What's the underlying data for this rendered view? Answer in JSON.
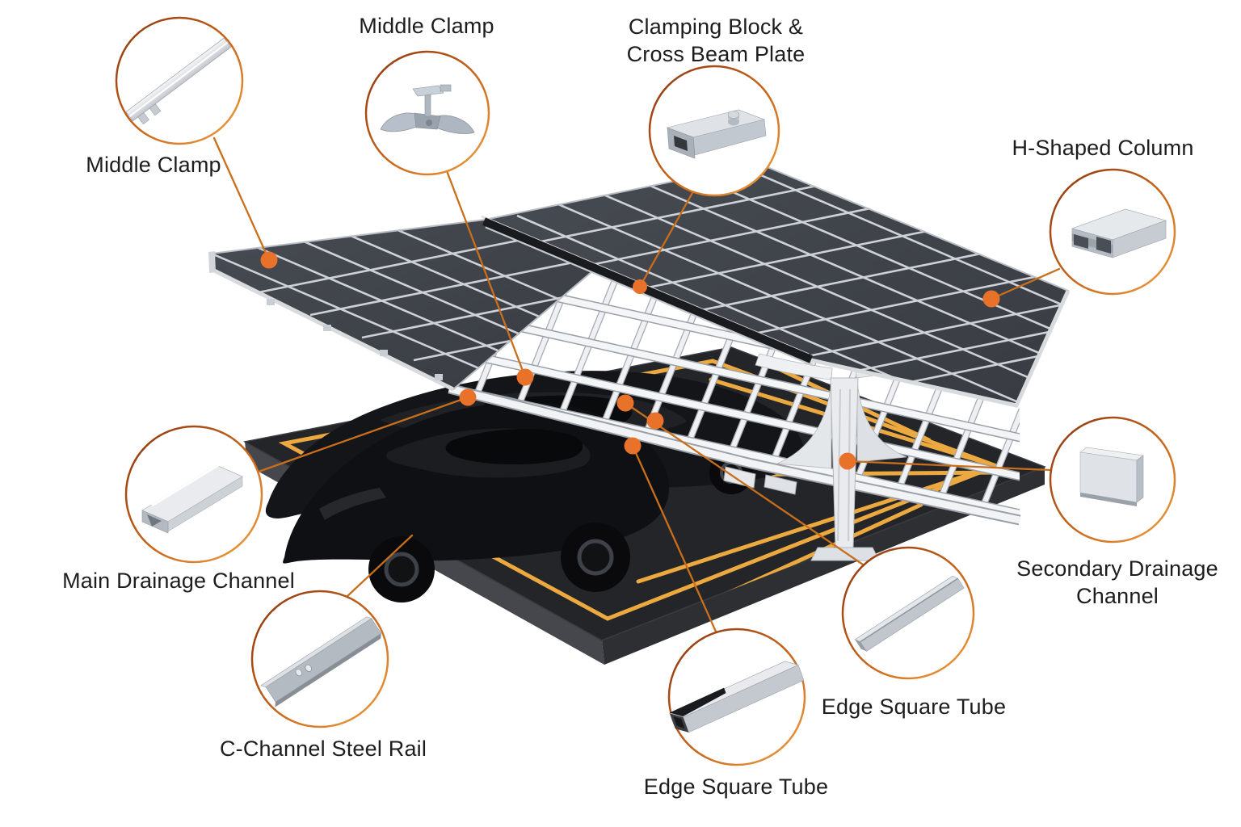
{
  "diagram": {
    "subject": "solar carport mounting system exploded-callout diagram",
    "callouts": [
      {
        "id": "middle-clamp-left",
        "lines": [
          "Middle Clamp"
        ]
      },
      {
        "id": "middle-clamp-top",
        "lines": [
          "Middle Clamp"
        ]
      },
      {
        "id": "clamping-block-cross-beam",
        "lines": [
          "Clamping Block &",
          "Cross Beam Plate"
        ]
      },
      {
        "id": "h-shaped-column",
        "lines": [
          "H-Shaped Column"
        ]
      },
      {
        "id": "main-drainage-channel",
        "lines": [
          "Main Drainage Channel"
        ]
      },
      {
        "id": "secondary-drainage-channel",
        "lines": [
          "Secondary Drainage",
          "Channel"
        ]
      },
      {
        "id": "c-channel-steel-rail",
        "lines": [
          "C-Channel Steel Rail"
        ]
      },
      {
        "id": "edge-square-tube-bottom",
        "lines": [
          "Edge Square Tube"
        ]
      },
      {
        "id": "edge-square-tube-right",
        "lines": [
          "Edge Square Tube"
        ]
      }
    ],
    "colors": {
      "leader_line": "#c96f1b",
      "marker_dot": "#e8722a",
      "ring_gradient_dark": "#8a3510",
      "ring_gradient_light": "#f0a243",
      "label_text": "#1d1d1f",
      "asphalt_pad": "#242529",
      "parking_marking_yellow": "#eca93f",
      "solar_panel": "#41454b",
      "panel_gridline": "#ced2d7",
      "frame_white": "#f2f3f5",
      "car_black": "#101114"
    }
  }
}
